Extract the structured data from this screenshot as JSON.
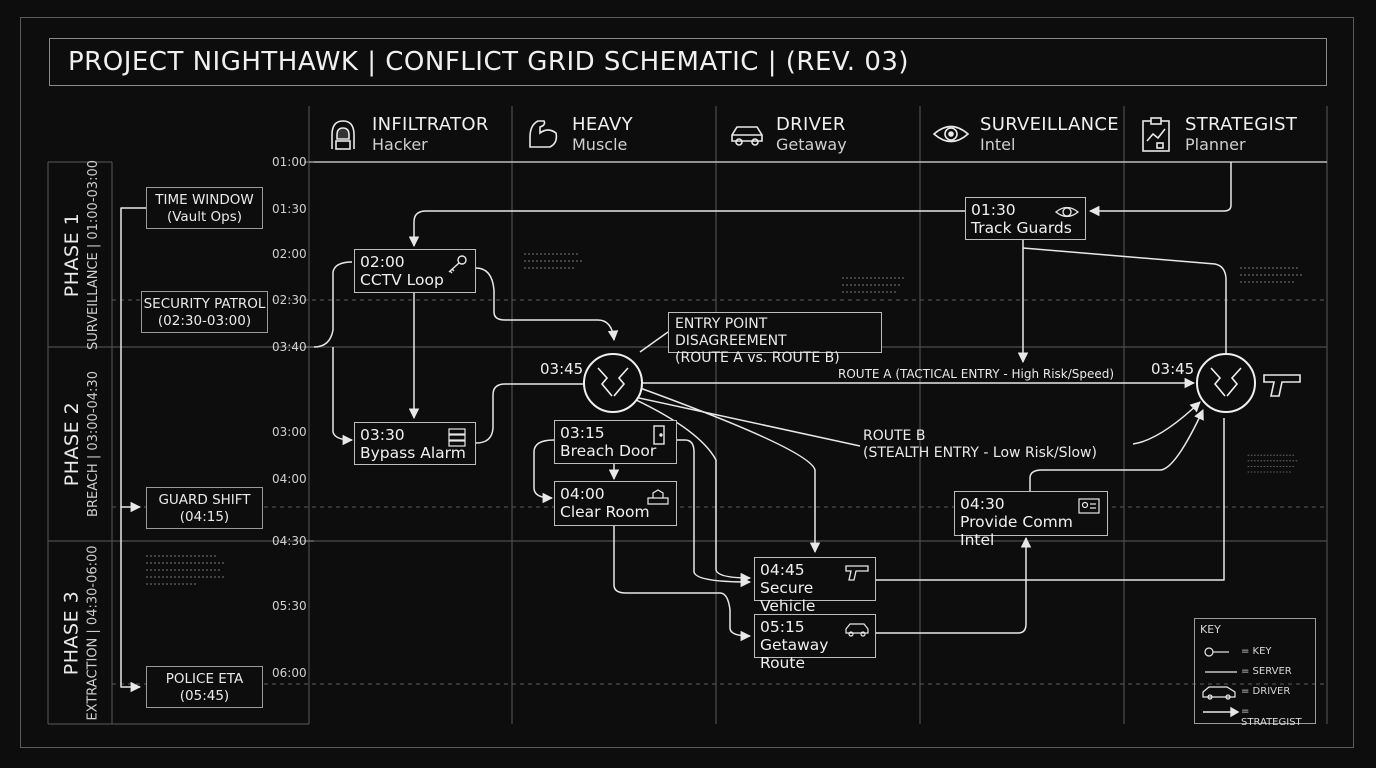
{
  "title": "PROJECT NIGHTHAWK | CONFLICT GRID SCHEMATIC | (REV. 03)",
  "columns": [
    {
      "role": "INFILTRATOR",
      "sub": "Hacker",
      "icon": "hooded-hacker-icon"
    },
    {
      "role": "HEAVY",
      "sub": "Muscle",
      "icon": "flexed-arm-icon"
    },
    {
      "role": "DRIVER",
      "sub": "Getaway",
      "icon": "car-icon"
    },
    {
      "role": "SURVEILLANCE",
      "sub": "Intel",
      "icon": "eye-icon"
    },
    {
      "role": "STRATEGIST",
      "sub": "Planner",
      "icon": "clipboard-chart-icon"
    }
  ],
  "phases": [
    {
      "name": "PHASE 1",
      "sub": "SURVEILLANCE | 01:00-03:00"
    },
    {
      "name": "PHASE 2",
      "sub": "BREACH | 03:00-04:30"
    },
    {
      "name": "PHASE 3",
      "sub": "EXTRACTION | 04:30-06:00"
    }
  ],
  "timeline": [
    "01:00",
    "01:30",
    "02:00",
    "02:30",
    "03:40",
    "03:00",
    "04:00",
    "04:30",
    "05:30",
    "06:00"
  ],
  "left_boxes": [
    {
      "line1": "TIME WINDOW",
      "line2": "(Vault Ops)"
    },
    {
      "line1": "SECURITY PATROL",
      "line2": "(02:30-03:00)"
    },
    {
      "line1": "GUARD SHIFT",
      "line2": "(04:15)"
    },
    {
      "line1": "POLICE ETA",
      "line2": "(05:45)"
    }
  ],
  "tasks": {
    "track_guards": {
      "time": "01:30",
      "name": "Track Guards",
      "icon": "eye-icon"
    },
    "cctv_loop": {
      "time": "02:00",
      "name": "CCTV Loop",
      "icon": "key-icon"
    },
    "bypass_alarm": {
      "time": "03:30",
      "name": "Bypass Alarm",
      "icon": "server-icon"
    },
    "breach_door": {
      "time": "03:15",
      "name": "Breach Door",
      "icon": "door-icon"
    },
    "clear_room": {
      "time": "04:00",
      "name": "Clear Room",
      "icon": "hazard-icon"
    },
    "provide_comm_intel": {
      "time": "04:30",
      "name": "Provide Comm Intel",
      "icon": "id-card-icon"
    },
    "secure_vehicle": {
      "time": "04:45",
      "name": "Secure Vehicle",
      "icon": "pistol-icon"
    },
    "getaway_route": {
      "time": "05:15",
      "name": "Getaway Route",
      "icon": "car-icon"
    }
  },
  "conflicts": [
    {
      "time": "03:45",
      "icon": "lightning-x-icon"
    },
    {
      "time": "03:45",
      "icon": "lightning-x-icon"
    }
  ],
  "callouts": {
    "entry_point": {
      "line1": "ENTRY POINT DISAGREEMENT",
      "line2": "(ROUTE A vs. ROUTE B)"
    },
    "route_a": "ROUTE A (TACTICAL ENTRY - High Risk/Speed)",
    "route_b": {
      "line1": "ROUTE B",
      "line2": "(STEALTH ENTRY - Low Risk/Slow)"
    }
  },
  "key": {
    "title": "KEY",
    "items": [
      {
        "label": "= KEY",
        "icon": "key-icon"
      },
      {
        "label": "= SERVER",
        "icon": "line-icon"
      },
      {
        "label": "= DRIVER",
        "icon": "car-icon"
      },
      {
        "label": "= STRATEGIST",
        "icon": "arrow-icon"
      }
    ]
  },
  "colors": {
    "background": "#0d0d0d",
    "line": "#e8e8e8",
    "grid": "#4a4a4a"
  }
}
